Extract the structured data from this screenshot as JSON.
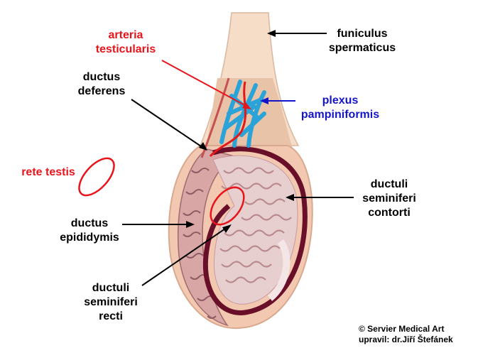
{
  "colors": {
    "black": "#000000",
    "red": "#e8141c",
    "blue": "#1414c8",
    "cord": "#f6ddc8",
    "skin": "#f2c8b0",
    "tunica": "#6a0f2a",
    "vein": "#2aa3d8",
    "artery": "#e01a1a",
    "tubule": "#b98a8e"
  },
  "labels": {
    "funiculus": [
      "funiculus",
      "spermaticus"
    ],
    "arteria": [
      "arteria",
      "testicularis"
    ],
    "ductus_deferens": [
      "ductus",
      "deferens"
    ],
    "plexus": [
      "plexus",
      "pampiniformis"
    ],
    "rete": [
      "rete testis"
    ],
    "contorti": [
      "ductuli",
      "seminiferi",
      "contorti"
    ],
    "epididymis": [
      "ductus",
      "epididymis"
    ],
    "recti": [
      "ductuli",
      "seminiferi",
      "recti"
    ]
  },
  "credit": [
    "© Servier Medical Art",
    "upravil: dr.Jiří Štefánek"
  ]
}
